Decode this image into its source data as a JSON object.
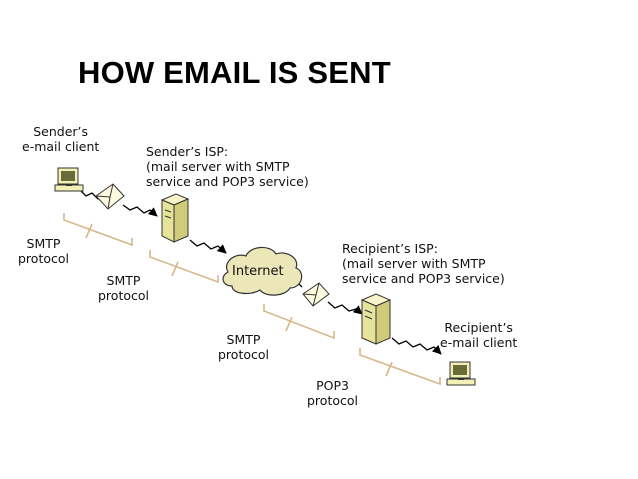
{
  "title": "HOW EMAIL IS SENT",
  "labels": {
    "sender_client": [
      "Sender’s",
      "e-mail client"
    ],
    "sender_isp": [
      "Sender’s ISP:",
      "(mail server with SMTP",
      "service and POP3 service)"
    ],
    "smtp_1": [
      "SMTP",
      "protocol"
    ],
    "smtp_2": [
      "SMTP",
      "protocol"
    ],
    "internet": "Internet",
    "recipient_isp": [
      "Recipient’s ISP:",
      "(mail server with SMTP",
      "service and POP3 service)"
    ],
    "smtp_3": [
      "SMTP",
      "protocol"
    ],
    "recipient_client": [
      "Recipient’s",
      "e-mail client"
    ],
    "pop3": [
      "POP3",
      "protocol"
    ]
  }
}
